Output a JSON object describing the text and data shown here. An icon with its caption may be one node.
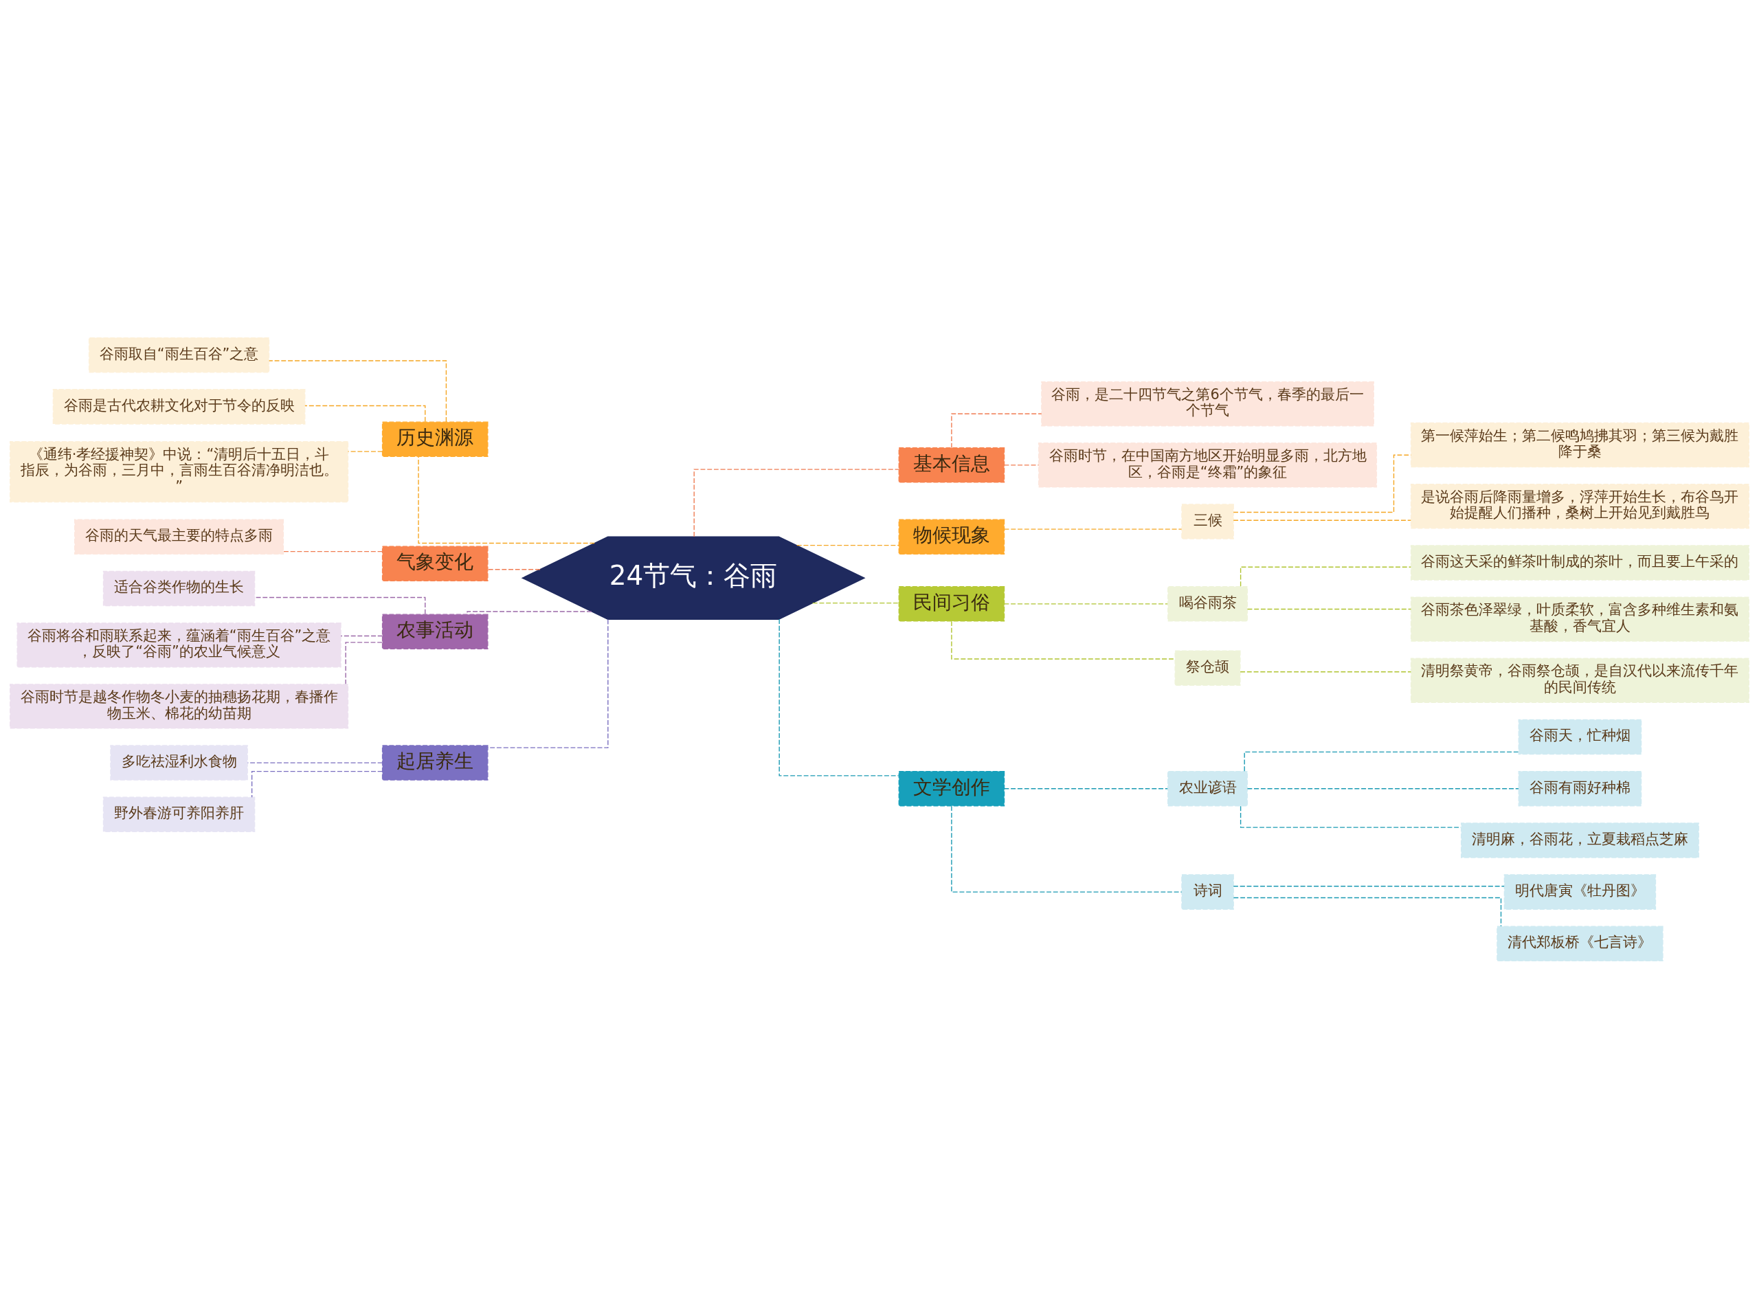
{
  "diagram": {
    "nodes": [
      {
        "text": [
          "24节气：谷雨"
        ]
      },
      {
        "text": [
          "历史渊源"
        ]
      },
      {
        "text": [
          "谷雨取自“雨生百谷”之意"
        ]
      },
      {
        "text": [
          "谷雨是古代农耕文化对于节令的反映"
        ]
      },
      {
        "text": [
          "《通纬·孝经援神契》中说：“清明后十五日，斗指辰，为谷雨，三月中，言雨生百谷清净明洁也。”"
        ]
      },
      {
        "text": [
          "气象变化"
        ]
      },
      {
        "text": [
          "谷雨的天气最主要的特点多雨"
        ]
      },
      {
        "text": [
          "农事活动"
        ]
      },
      {
        "text": [
          "适合谷类作物的生长"
        ]
      },
      {
        "text": [
          "谷雨将谷和雨联系起来，蕴涵着“雨生百谷”之意，反映了“谷雨”的农业气候意义"
        ]
      },
      {
        "text": [
          "谷雨时节是越冬作物冬小麦的抽穗扬花期，春播作物玉米、棉花的幼苗期"
        ]
      },
      {
        "text": [
          "起居养生"
        ]
      },
      {
        "text": [
          "多吃祛湿利水食物"
        ]
      },
      {
        "text": [
          "野外春游可养阳养肝"
        ]
      },
      {
        "text": [
          "基本信息"
        ]
      },
      {
        "text": [
          "谷雨，是二十四节气之第6个节气，春季的最后一个节气"
        ]
      },
      {
        "text": [
          "谷雨时节，在中国南方地区开始明显多雨，北方地区，谷雨是“终霜”的象征"
        ]
      },
      {
        "text": [
          "物候现象"
        ]
      },
      {
        "text": [
          "三候"
        ]
      },
      {
        "text": [
          "第一候萍始生；第二候鸣鸠拂其羽；第三候为戴胜降于桑"
        ]
      },
      {
        "text": [
          "是说谷雨后降雨量增多，浮萍开始生长，布谷鸟开始提醒人们播种，桑树上开始见到戴胜鸟"
        ]
      },
      {
        "text": [
          "民间习俗"
        ]
      },
      {
        "text": [
          "喝谷雨茶"
        ]
      },
      {
        "text": [
          "谷雨这天采的鲜茶叶制成的茶叶，而且要上午采的"
        ]
      },
      {
        "text": [
          "谷雨茶色泽翠绿，叶质柔软，富含多种维生素和氨基酸，香气宜人"
        ]
      },
      {
        "text": [
          "祭仓颉"
        ]
      },
      {
        "text": [
          "清明祭黄帝，谷雨祭仓颉，是自汉代以来流传千年的民间传统"
        ]
      },
      {
        "text": [
          "文学创作"
        ]
      },
      {
        "text": [
          "农业谚语"
        ]
      },
      {
        "text": [
          "谷雨天，忙种烟"
        ]
      },
      {
        "text": [
          "谷雨有雨好种棉"
        ]
      },
      {
        "text": [
          "清明麻，谷雨花，立夏栽稻点芝麻"
        ]
      },
      {
        "text": [
          "诗词"
        ]
      },
      {
        "text": [
          "明代唐寅《牡丹图》"
        ]
      },
      {
        "text": [
          "清代郑板桥《七言诗》"
        ]
      }
    ],
    "edges": [
      {
        "from": 0,
        "to": 1,
        "arrow": "none",
        "style": "dashed",
        "color": "#f5a623"
      },
      {
        "from": 1,
        "to": 2,
        "arrow": "none",
        "style": "dashed",
        "color": "#f5a623"
      },
      {
        "from": 1,
        "to": 3,
        "arrow": "none",
        "style": "dashed",
        "color": "#f5a623"
      },
      {
        "from": 1,
        "to": 4,
        "arrow": "none",
        "style": "dashed",
        "color": "#f5a623"
      },
      {
        "from": 0,
        "to": 5,
        "arrow": "none",
        "style": "dashed",
        "color": "#f07c52"
      },
      {
        "from": 5,
        "to": 6,
        "arrow": "none",
        "style": "dashed",
        "color": "#f07c52"
      },
      {
        "from": 0,
        "to": 7,
        "arrow": "none",
        "style": "dashed",
        "color": "#9b68a8"
      },
      {
        "from": 7,
        "to": 8,
        "arrow": "none",
        "style": "dashed",
        "color": "#9b68a8"
      },
      {
        "from": 7,
        "to": 9,
        "arrow": "none",
        "style": "dashed",
        "color": "#9b68a8"
      },
      {
        "from": 7,
        "to": 10,
        "arrow": "none",
        "style": "dashed",
        "color": "#9b68a8"
      },
      {
        "from": 0,
        "to": 11,
        "arrow": "none",
        "style": "dashed",
        "color": "#7a6fc0"
      },
      {
        "from": 11,
        "to": 12,
        "arrow": "none",
        "style": "dashed",
        "color": "#7a6fc0"
      },
      {
        "from": 11,
        "to": 13,
        "arrow": "none",
        "style": "dashed",
        "color": "#7a6fc0"
      },
      {
        "from": 0,
        "to": 14,
        "arrow": "none",
        "style": "dashed",
        "color": "#f07c52"
      },
      {
        "from": 14,
        "to": 15,
        "arrow": "none",
        "style": "dashed",
        "color": "#f07c52"
      },
      {
        "from": 14,
        "to": 16,
        "arrow": "none",
        "style": "dashed",
        "color": "#f07c52"
      },
      {
        "from": 0,
        "to": 17,
        "arrow": "none",
        "style": "dashed",
        "color": "#f5a623"
      },
      {
        "from": 17,
        "to": 18,
        "arrow": "none",
        "style": "dashed",
        "color": "#f5a623"
      },
      {
        "from": 18,
        "to": 19,
        "arrow": "none",
        "style": "dashed",
        "color": "#f5a623"
      },
      {
        "from": 18,
        "to": 20,
        "arrow": "none",
        "style": "dashed",
        "color": "#f5a623"
      },
      {
        "from": 0,
        "to": 21,
        "arrow": "none",
        "style": "dashed",
        "color": "#b0c430"
      },
      {
        "from": 21,
        "to": 22,
        "arrow": "none",
        "style": "dashed",
        "color": "#b0c430"
      },
      {
        "from": 22,
        "to": 23,
        "arrow": "none",
        "style": "dashed",
        "color": "#b0c430"
      },
      {
        "from": 22,
        "to": 24,
        "arrow": "none",
        "style": "dashed",
        "color": "#b0c430"
      },
      {
        "from": 21,
        "to": 25,
        "arrow": "none",
        "style": "dashed",
        "color": "#b0c430"
      },
      {
        "from": 25,
        "to": 26,
        "arrow": "none",
        "style": "dashed",
        "color": "#b0c430"
      },
      {
        "from": 0,
        "to": 27,
        "arrow": "none",
        "style": "dashed",
        "color": "#1a9ab3"
      },
      {
        "from": 27,
        "to": 28,
        "arrow": "none",
        "style": "dashed",
        "color": "#1a9ab3"
      },
      {
        "from": 28,
        "to": 29,
        "arrow": "none",
        "style": "dashed",
        "color": "#1a9ab3"
      },
      {
        "from": 28,
        "to": 30,
        "arrow": "none",
        "style": "dashed",
        "color": "#1a9ab3"
      },
      {
        "from": 28,
        "to": 31,
        "arrow": "none",
        "style": "dashed",
        "color": "#1a9ab3"
      },
      {
        "from": 27,
        "to": 32,
        "arrow": "none",
        "style": "dashed",
        "color": "#1a9ab3"
      },
      {
        "from": 32,
        "to": 33,
        "arrow": "none",
        "style": "dashed",
        "color": "#1a9ab3"
      },
      {
        "from": 32,
        "to": 34,
        "arrow": "none",
        "style": "dashed",
        "color": "#1a9ab3"
      }
    ]
  }
}
